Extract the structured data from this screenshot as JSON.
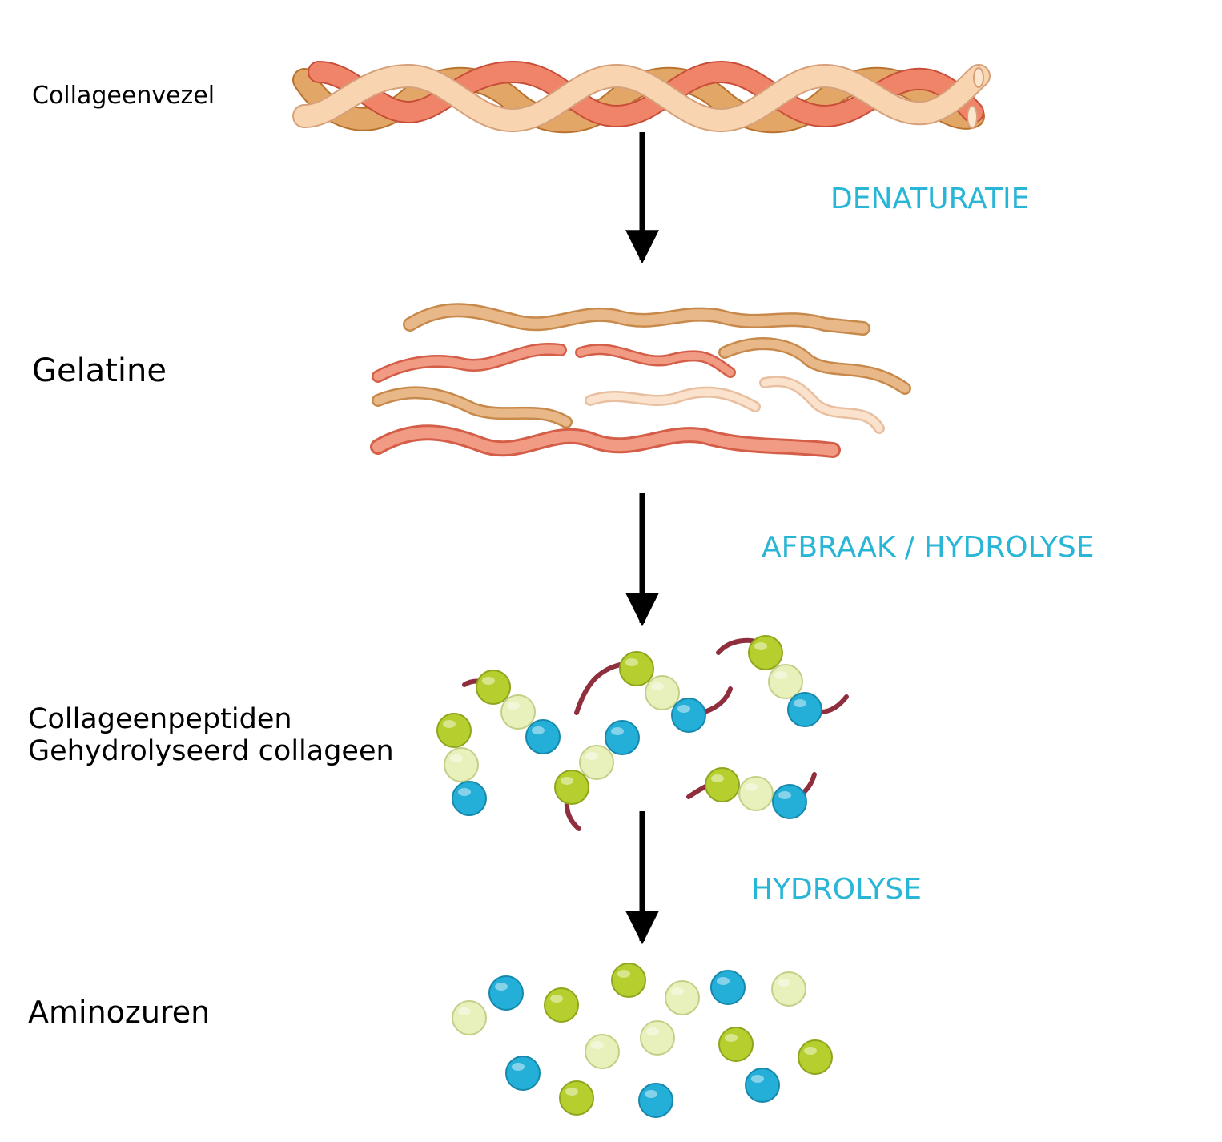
{
  "stages": {
    "collagen_fiber": "Collageenvezel",
    "gelatin": "Gelatine",
    "peptides_line1": "Collageenpeptiden",
    "peptides_line2": "Gehydrolyseerd collageen",
    "amino_acids": "Aminozuren"
  },
  "steps": {
    "denaturation": "DENATURATIE",
    "breakdown": "AFBRAAK / HYDROLYSE",
    "hydrolysis": "HYDROLYSE"
  },
  "colors": {
    "label_text": "#000000",
    "step_text": "#29b6d6",
    "fiber_cream": "#f8d5b0",
    "fiber_tan": "#e2a766",
    "fiber_salmon": "#ef8468",
    "bead_green": "#b6cf2e",
    "bead_pale": "#e8f0bc",
    "bead_blue": "#23afd8",
    "peptide_tail": "#8f2f3e"
  }
}
